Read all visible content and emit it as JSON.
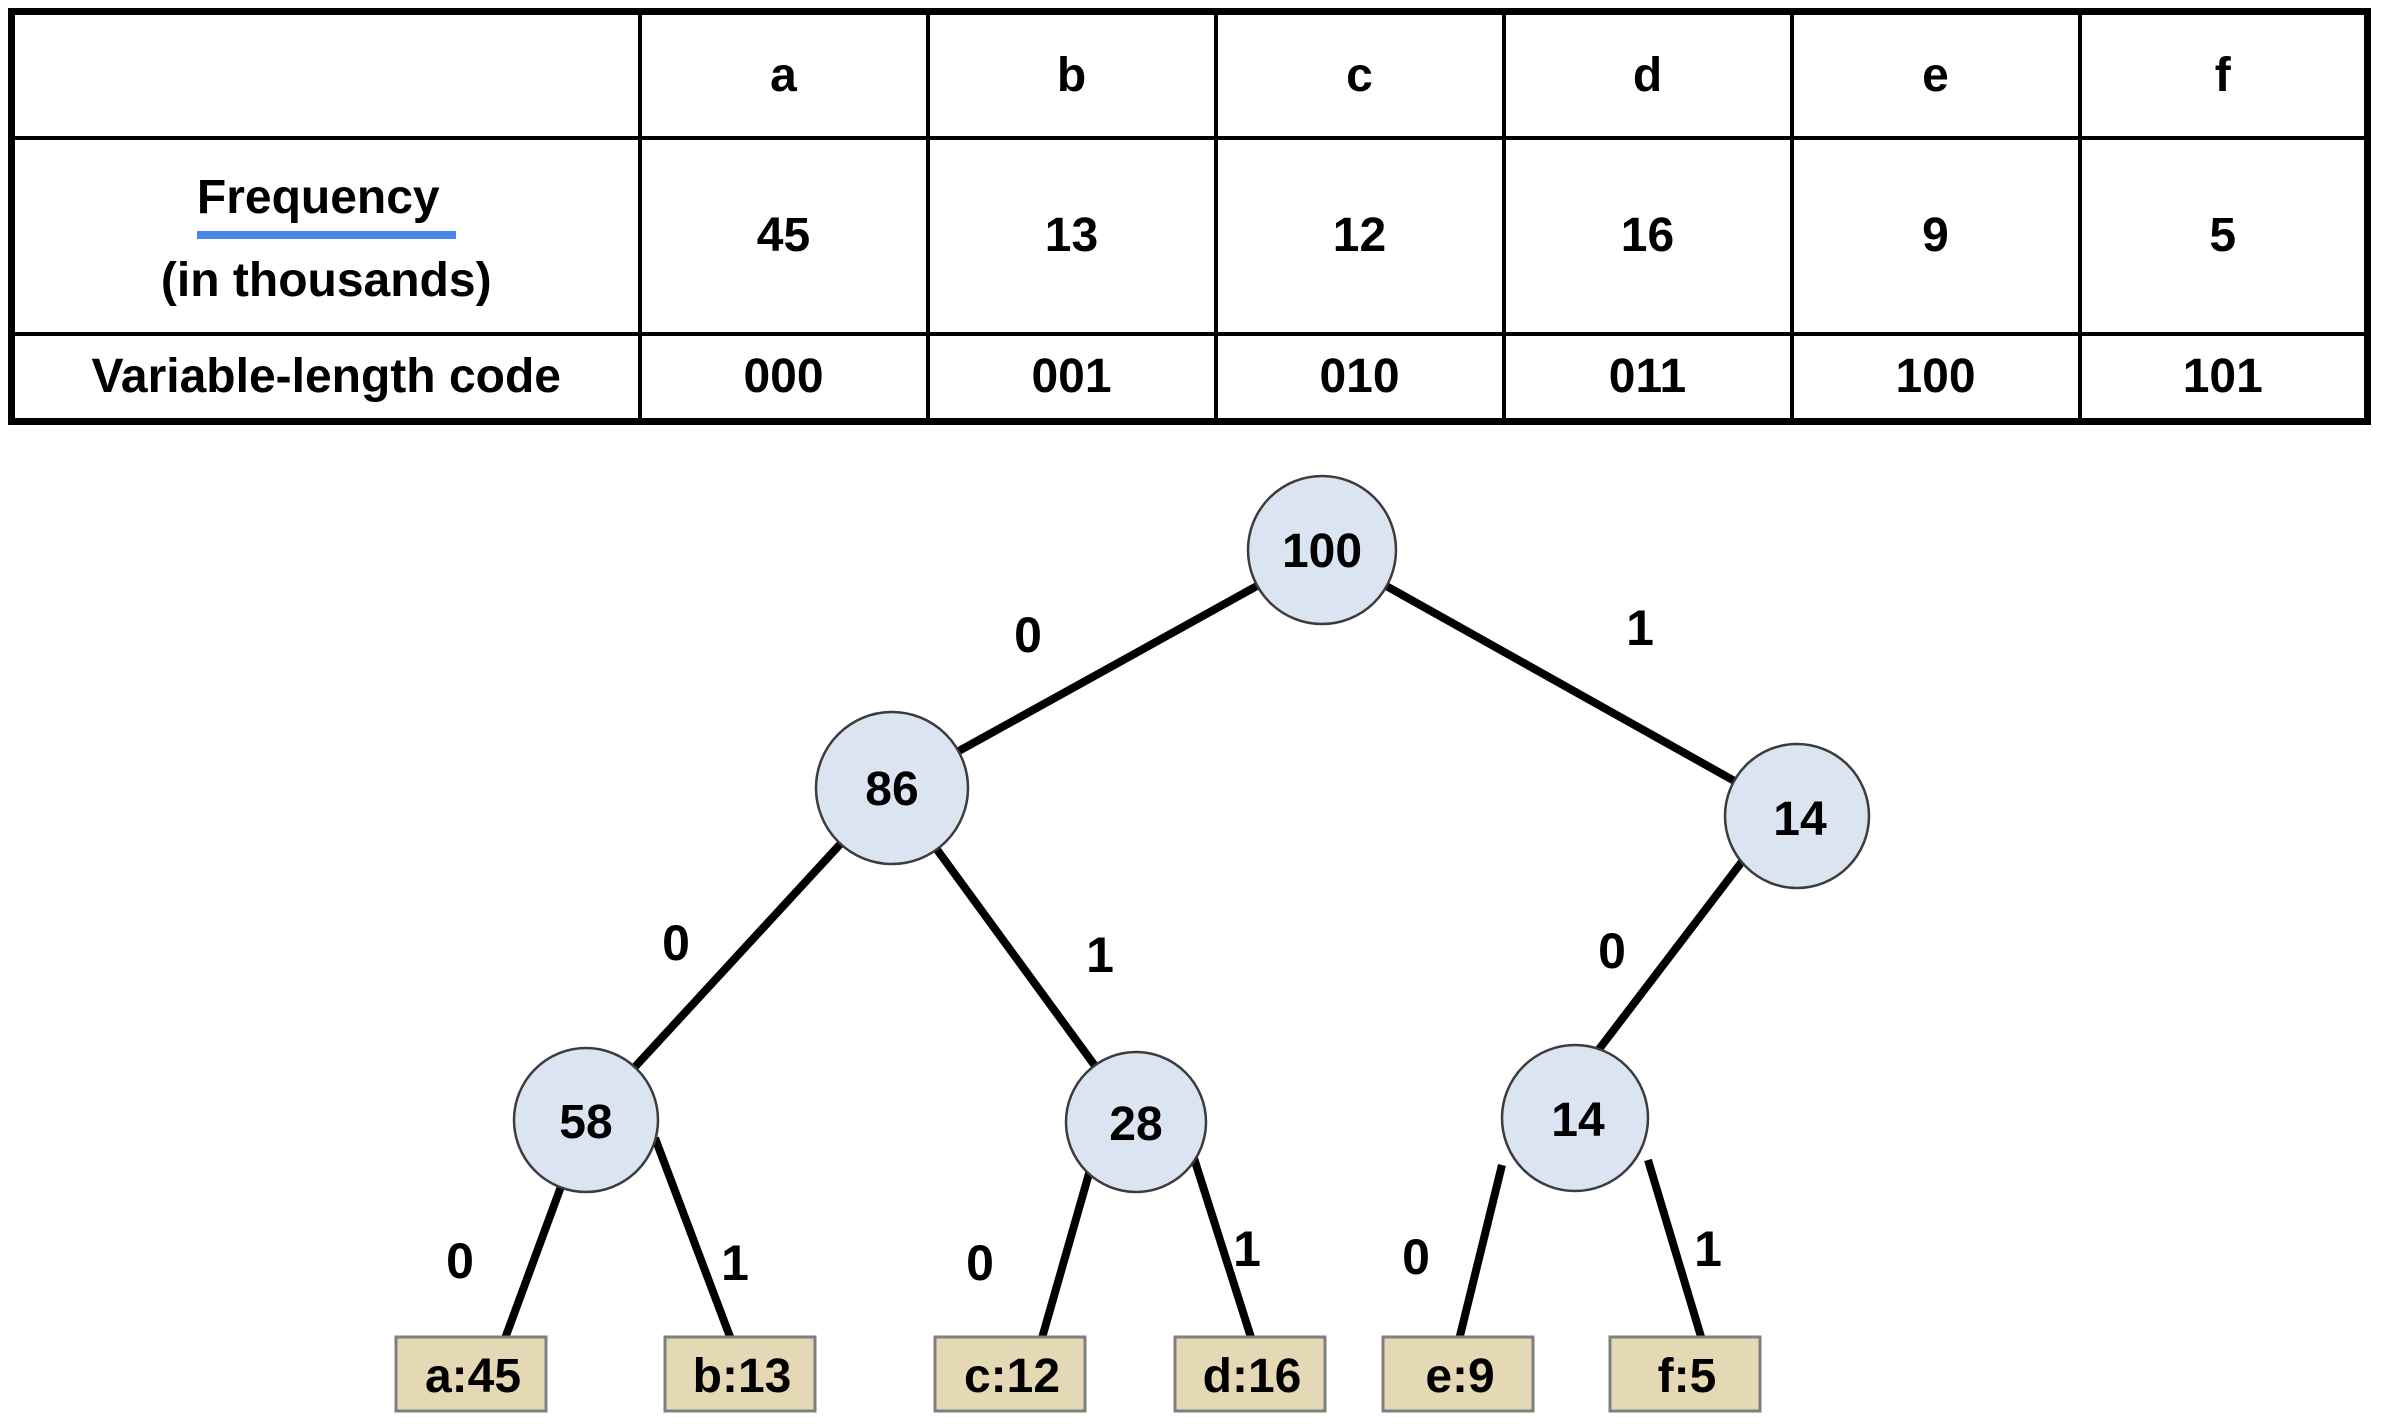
{
  "table": {
    "corner": "",
    "columns": [
      "a",
      "b",
      "c",
      "d",
      "e",
      "f"
    ],
    "frequency_row": {
      "label_line1": "Frequency",
      "label_line2": "(in thousands)",
      "values": [
        "45",
        "13",
        "12",
        "16",
        "9",
        "5"
      ]
    },
    "code_row": {
      "label": "Variable-length code",
      "values": [
        "000",
        "001",
        "010",
        "011",
        "100",
        "101"
      ]
    }
  },
  "tree": {
    "internal_nodes": [
      {
        "id": "root",
        "label": "100"
      },
      {
        "id": "n86",
        "label": "86"
      },
      {
        "id": "n14r",
        "label": "14"
      },
      {
        "id": "n58",
        "label": "58"
      },
      {
        "id": "n28",
        "label": "28"
      },
      {
        "id": "n14l",
        "label": "14"
      }
    ],
    "leaves": [
      {
        "label": "a:45"
      },
      {
        "label": "b:13"
      },
      {
        "label": "c:12"
      },
      {
        "label": "d:16"
      },
      {
        "label": "e:9"
      },
      {
        "label": "f:5"
      }
    ],
    "edges": [
      {
        "from": "root",
        "to": "n86",
        "bit": "0"
      },
      {
        "from": "root",
        "to": "n14r",
        "bit": "1"
      },
      {
        "from": "n86",
        "to": "n58",
        "bit": "0"
      },
      {
        "from": "n86",
        "to": "n28",
        "bit": "1"
      },
      {
        "from": "n14r",
        "to": "n14l",
        "bit": "0"
      },
      {
        "from": "n58",
        "to": "a:45",
        "bit": "0"
      },
      {
        "from": "n58",
        "to": "b:13",
        "bit": "1"
      },
      {
        "from": "n28",
        "to": "c:12",
        "bit": "0"
      },
      {
        "from": "n28",
        "to": "d:16",
        "bit": "1"
      },
      {
        "from": "n14l",
        "to": "e:9",
        "bit": "0"
      },
      {
        "from": "n14l",
        "to": "f:5",
        "bit": "1"
      }
    ]
  },
  "colors": {
    "node_fill": "#dbe5f1",
    "node_stroke": "#3c3c3c",
    "leaf_fill": "#e5d8b5",
    "leaf_stroke": "#7f7f7f",
    "edge_color": "#000000",
    "frequency_underline": "#4a86e8",
    "table_border": "#000000",
    "background": "#ffffff"
  }
}
